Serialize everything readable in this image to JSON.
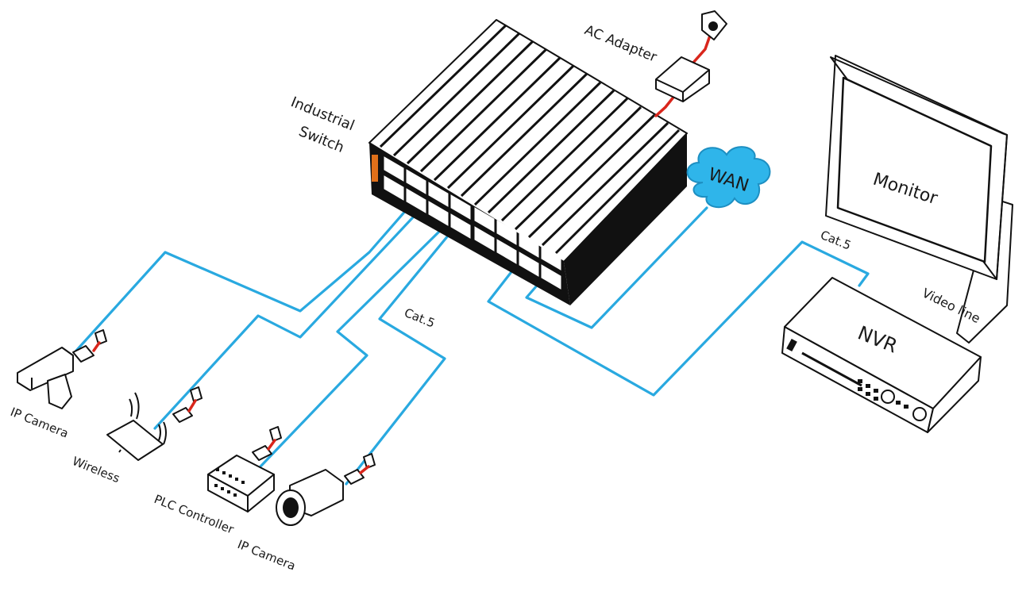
{
  "labels": {
    "industrial_switch_line1": "Industrial",
    "industrial_switch_line2": "Switch",
    "ac_adapter": "AC Adapter",
    "wan": "WAN",
    "monitor": "Monitor",
    "nvr": "NVR",
    "video_line": "Video line",
    "cat5_left": "Cat.5",
    "cat5_right": "Cat.5",
    "ip_camera_1": "IP Camera",
    "wireless": "Wireless",
    "plc_controller": "PLC Controller",
    "ip_camera_2": "IP Camera"
  },
  "colors": {
    "cable": "#29a9e0",
    "power_cable": "#d9261c",
    "wan_cloud": "#2fb5ea",
    "ink": "#111111"
  }
}
